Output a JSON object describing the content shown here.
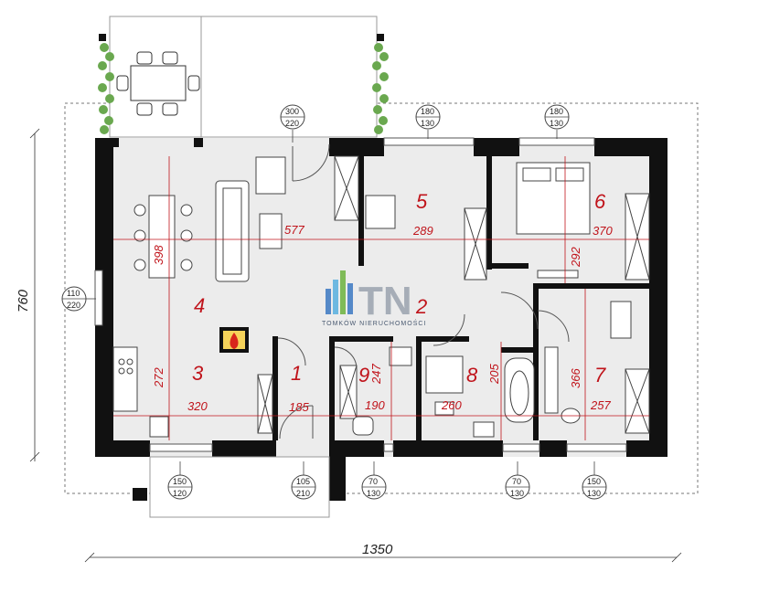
{
  "plan": {
    "rooms": [
      {
        "id": "1",
        "dim": "185"
      },
      {
        "id": "2",
        "dim": ""
      },
      {
        "id": "3",
        "dim": "320"
      },
      {
        "id": "4",
        "dim": "577",
        "dim2": "398",
        "dim3": "272"
      },
      {
        "id": "5",
        "dim": "289"
      },
      {
        "id": "6",
        "dim": "370",
        "dim2": "292"
      },
      {
        "id": "7",
        "dim": "257",
        "dim2": "366"
      },
      {
        "id": "8",
        "dim": "260",
        "dim2": "205"
      },
      {
        "id": "9",
        "dim": "190",
        "dim2": "247"
      }
    ],
    "openings": [
      {
        "top": "300",
        "bottom": "220"
      },
      {
        "top": "180",
        "bottom": "130"
      },
      {
        "top": "180",
        "bottom": "130"
      },
      {
        "top": "110",
        "bottom": "220"
      },
      {
        "top": "150",
        "bottom": "120"
      },
      {
        "top": "105",
        "bottom": "210"
      },
      {
        "top": "70",
        "bottom": "130"
      },
      {
        "top": "70",
        "bottom": "130"
      },
      {
        "top": "150",
        "bottom": "130"
      }
    ],
    "overall_width": "1350",
    "overall_height": "760"
  },
  "watermark": {
    "logo": "TN",
    "caption": "TOMKÓW NIERUCHOMOŚCI"
  },
  "colors": {
    "wall": "#111111",
    "floor": "#ececec",
    "dimension_red": "#c0141b",
    "plant": "#6aa84f"
  }
}
